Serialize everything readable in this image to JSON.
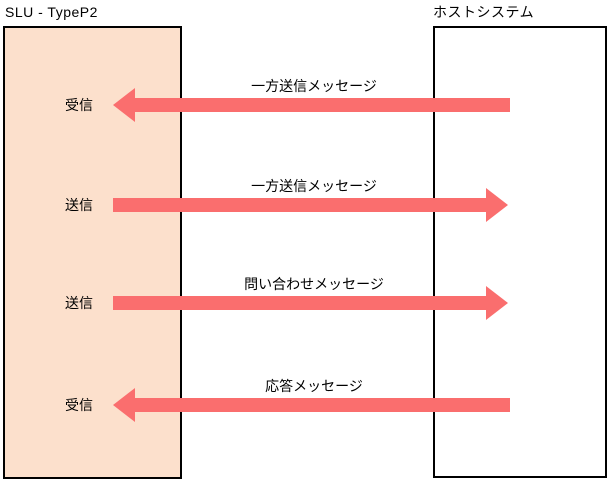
{
  "colors": {
    "arrow": "#FA6E6E",
    "left_box_fill": "#FCE0CC",
    "right_box_fill": "#FFFFFF",
    "box_border": "#000000",
    "text": "#000000"
  },
  "diagram": {
    "left_system": {
      "title": "SLU - TypeP2"
    },
    "right_system": {
      "title": "ホストシステム"
    },
    "flows": [
      {
        "endpoint": "受信",
        "message": "一方送信メッセージ",
        "direction": "left"
      },
      {
        "endpoint": "送信",
        "message": "一方送信メッセージ",
        "direction": "right"
      },
      {
        "endpoint": "送信",
        "message": "問い合わせメッセージ",
        "direction": "right"
      },
      {
        "endpoint": "受信",
        "message": "応答メッセージ",
        "direction": "left"
      }
    ]
  }
}
